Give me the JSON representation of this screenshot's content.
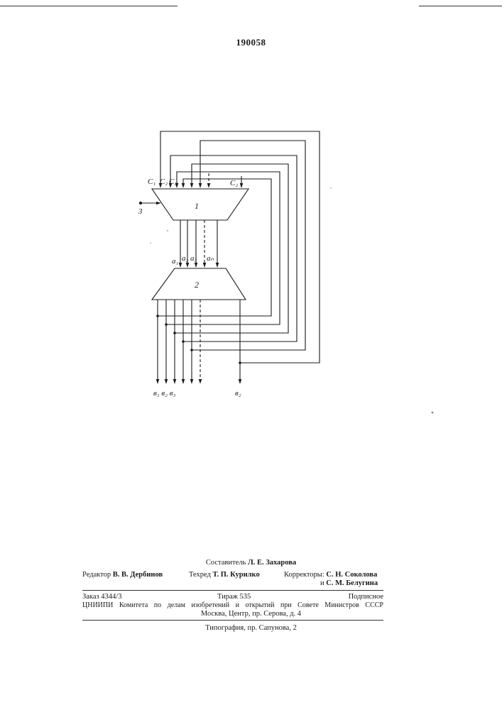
{
  "header": {
    "patent_number": "190058"
  },
  "diagram": {
    "block_1": "1",
    "block_2": "2",
    "input_label": "3",
    "c_labels": [
      "C₁",
      "C₂",
      "C₃",
      "C₂"
    ],
    "a_labels": [
      "a₁",
      "a₂",
      "a₃",
      "aₙ"
    ],
    "b_labels": [
      "в₁ в₂ в₃",
      "в₂"
    ]
  },
  "imprint": {
    "compiler_label": "Составитель",
    "compiler_name": "Л. Е. Захарова",
    "editor_label": "Редактор",
    "editor_name": "В. В. Дербинов",
    "techred_label": "Техред",
    "techred_name": "Т. П. Курилко",
    "correctors_label": "Корректоры:",
    "corrector_1": "С. Н. Соколова",
    "corrector_2_prefix": "и",
    "corrector_2": "С. М. Белугина",
    "order": "Заказ 4344/3",
    "circulation": "Тираж 535",
    "subscription": "Подписное",
    "org_line": "ЦНИИПИ Комитета по делам изобретений и открытий при Совете Министров СССР",
    "address": "Москва, Центр, пр. Серова, д. 4",
    "printing": "Типография, пр. Сапунова, 2"
  }
}
